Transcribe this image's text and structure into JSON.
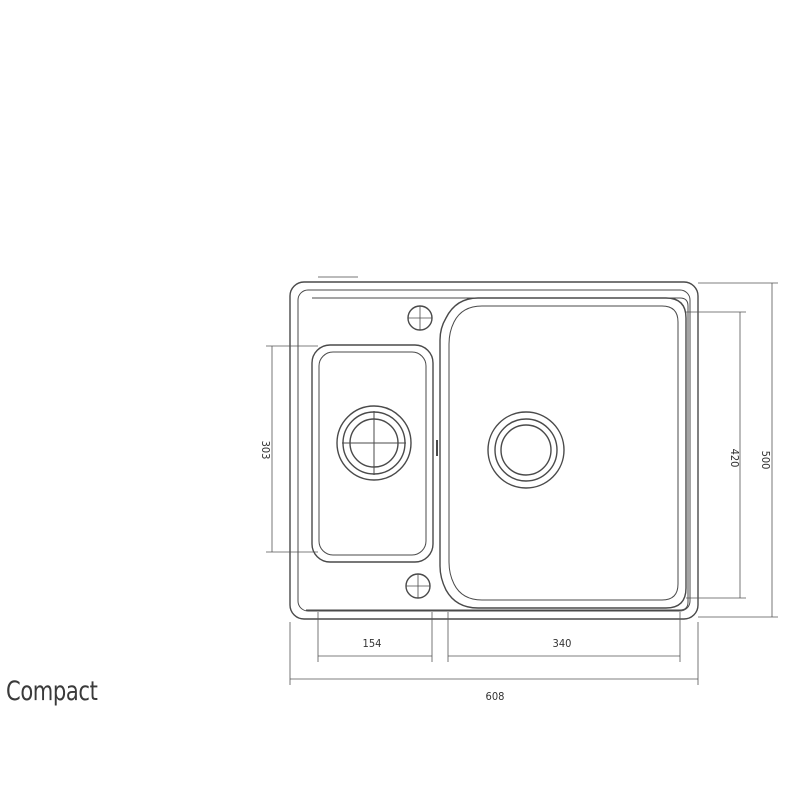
{
  "caption": "Compact",
  "dimensions": {
    "small_bowl_height": "303",
    "small_bowl_width": "154",
    "large_bowl_width": "340",
    "large_bowl_height": "420",
    "overall_height": "500",
    "overall_width": "608"
  },
  "colors": {
    "line": "#4a4a4a",
    "text": "#333333"
  }
}
